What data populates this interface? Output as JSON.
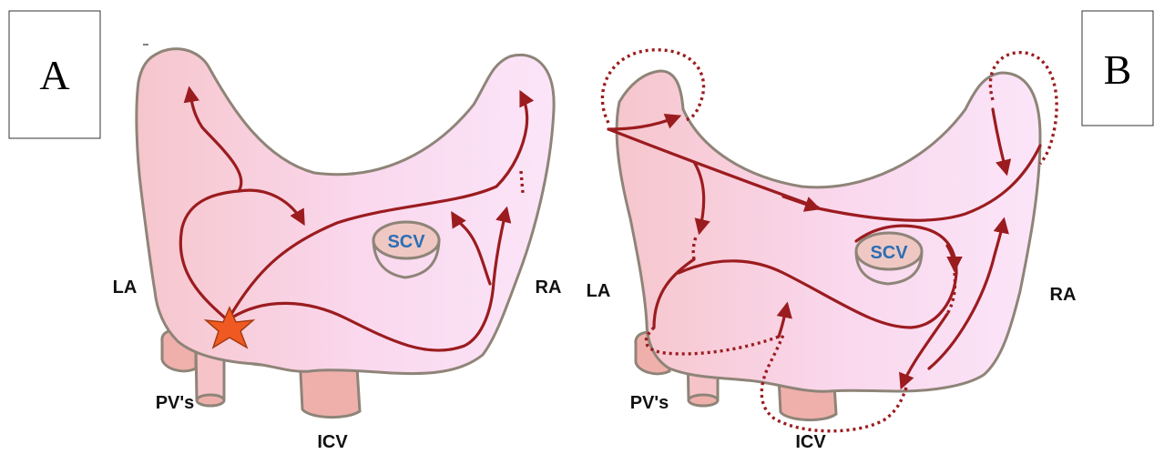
{
  "colors": {
    "atrium_fill_left": "#f6c6cc",
    "atrium_fill_right": "#fbe3f6",
    "outline": "#8e8478",
    "vessel_fill": "#efb0ac",
    "circuit": "#9b1c1f",
    "star": "#f05a22",
    "scv_text": "#2a6eb5"
  },
  "panels": [
    {
      "letter": "A",
      "labels": {
        "la": "LA",
        "ra": "RA",
        "scv": "SCV",
        "pvs": "PV's",
        "icv": "ICV"
      }
    },
    {
      "letter": "B",
      "labels": {
        "la": "LA",
        "ra": "RA",
        "scv": "SCV",
        "pvs": "PV's",
        "icv": "ICV"
      }
    }
  ]
}
